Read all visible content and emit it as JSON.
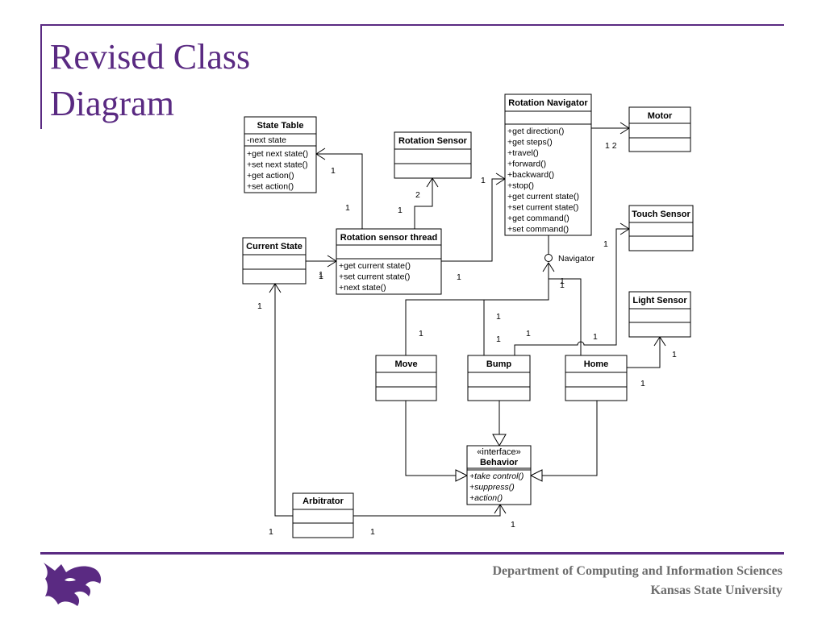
{
  "title_lines": [
    "Revised Class",
    "Diagram"
  ],
  "footer": {
    "department": "Department of Computing and Information Sciences",
    "university": "Kansas State University"
  },
  "logo_icon": "wildcat-logo-icon",
  "colors": {
    "accent": "#5a2a82",
    "footer_text": "#6b6b6b"
  },
  "classes": {
    "state_table": {
      "name": "State Table",
      "attributes": [
        "-next state"
      ],
      "methods": [
        "+get next state()",
        "+set next state()",
        "+get action()",
        "+set action()"
      ]
    },
    "rotation_sensor": {
      "name": "Rotation Sensor",
      "attributes": [],
      "methods": []
    },
    "rotation_navigator": {
      "name": "Rotation Navigator",
      "attributes": [],
      "methods": [
        "+get direction()",
        "+get steps()",
        "+travel()",
        "+forward()",
        "+backward()",
        "+stop()",
        "+get current state()",
        "+set current state()",
        "+get command()",
        "+set command()"
      ]
    },
    "motor": {
      "name": "Motor",
      "attributes": [],
      "methods": []
    },
    "touch_sensor": {
      "name": "Touch Sensor",
      "attributes": [],
      "methods": []
    },
    "current_state": {
      "name": "Current State",
      "attributes": [],
      "methods": []
    },
    "rotation_sensor_thread": {
      "name": "Rotation sensor thread",
      "attributes": [],
      "methods": [
        "+get current state()",
        "+set current state()",
        "+next state()"
      ]
    },
    "light_sensor": {
      "name": "Light Sensor",
      "attributes": [],
      "methods": []
    },
    "move": {
      "name": "Move",
      "attributes": [],
      "methods": []
    },
    "bump": {
      "name": "Bump",
      "attributes": [],
      "methods": []
    },
    "home": {
      "name": "Home",
      "attributes": [],
      "methods": []
    },
    "behavior": {
      "stereotype": "«interface»",
      "name": "Behavior",
      "attributes": [],
      "methods": [
        "+take control()",
        "+suppress()",
        "+action()"
      ]
    },
    "arbitrator": {
      "name": "Arbitrator",
      "attributes": [],
      "methods": []
    }
  },
  "labels": {
    "navigator_role": "Navigator",
    "m_thread_statetable": "1",
    "m_statetable_thread": "1",
    "m_thread_sensor": "1",
    "m_sensor_thread": "2",
    "m_thread_navigator": "1",
    "m_navigator_thread": "1",
    "m_navigator_motor": "1 2",
    "m_current_thread": "1",
    "m_thread_current": "1",
    "m_current_arbitrator": "1",
    "m_arbitrator_current": "1",
    "m_touch_bump": "1",
    "m_bump_touch": "1",
    "m_nav_move": "1",
    "m_nav_bump": "1",
    "m_nav_home": "1",
    "m_move_nav": "1",
    "m_bump_nav": "1",
    "m_home_nav": "1",
    "m_light_home": "1",
    "m_home_light": "1",
    "m_arbitrator_behavior": "1",
    "m_behavior_arbitrator": "1"
  }
}
